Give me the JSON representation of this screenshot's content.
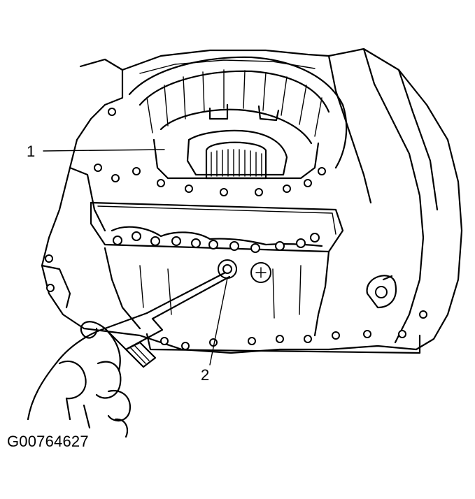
{
  "callouts": {
    "one": "1",
    "two": "2"
  },
  "figure_id": "G00764627",
  "colors": {
    "ink": "#000000",
    "paper": "#ffffff"
  }
}
